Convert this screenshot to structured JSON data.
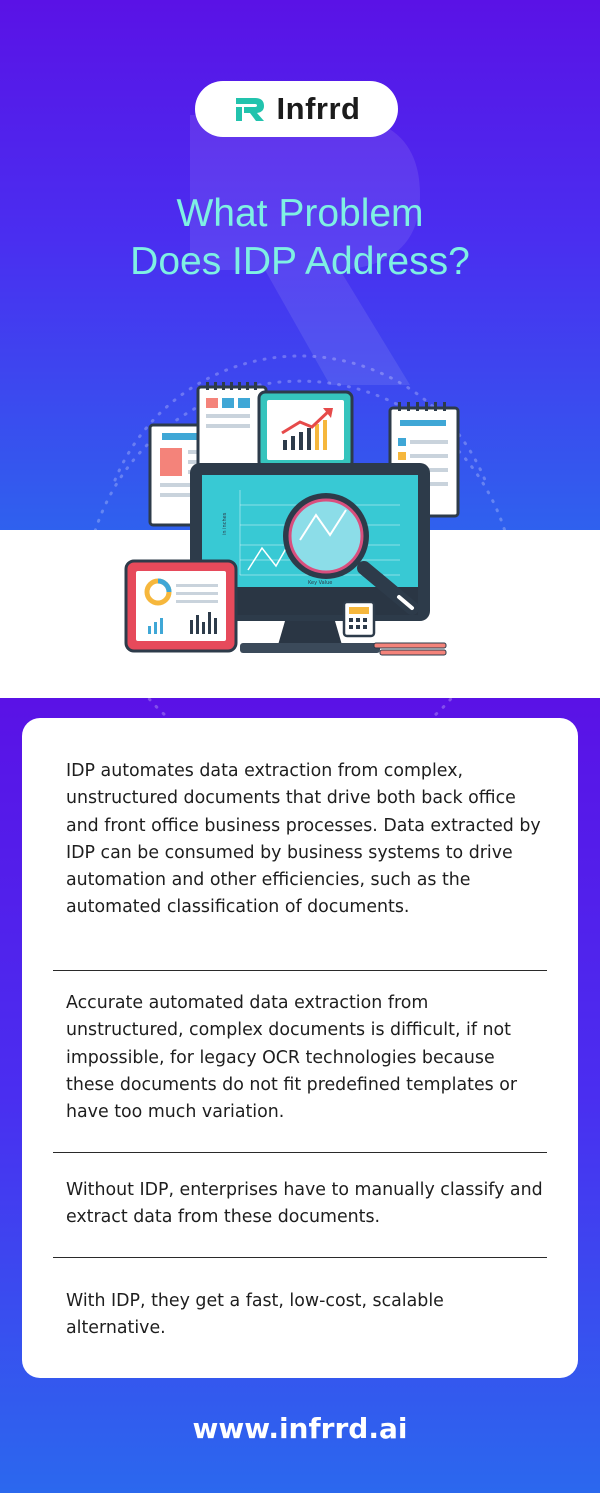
{
  "brand": {
    "name": "Infrrd"
  },
  "headline": {
    "line1": "What Problem",
    "line2": "Does IDP Address?"
  },
  "card": {
    "paragraphs": [
      "IDP automates data extraction from complex, unstructured documents that drive both back office and front office business processes. Data extracted by IDP can be consumed by business systems to drive automation and other efficiencies, such as the automated classification of documents.",
      "Accurate automated data extraction from unstructured, complex documents is difficult, if not impossible, for legacy OCR technologies because these documents do not fit predefined templates or have too much variation.",
      "Without IDP, enterprises have to manually classify and extract data from these documents.",
      "With IDP, they get a fast, low-cost, scalable alternative."
    ]
  },
  "monitor_chart": {
    "ylabel": "in inches",
    "xlabel": "Key Value"
  },
  "footer": {
    "url": "www.infrrd.ai"
  },
  "colors": {
    "accent_teal": "#2ecfbf",
    "headline": "#7ff0e3",
    "gradient_top": "#5a12e6",
    "gradient_bottom": "#2b68ee"
  }
}
